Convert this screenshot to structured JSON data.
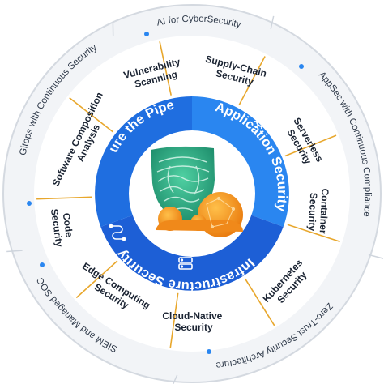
{
  "colors": {
    "outer_ring": "#f2f4f7",
    "outer_border": "#d4d9e0",
    "mid_ring": "#ffffff",
    "divider": "#e8a72c",
    "inner_light": "#2a86f0",
    "inner_dark": "#1d5fd6",
    "bullet": "#2a86f0",
    "shield": "#2fae86",
    "orange": "#f39a1c"
  },
  "outer_ring": [
    {
      "label": "AI for CyberSecurity"
    },
    {
      "label": "AppSec with Continuous Compliance"
    },
    {
      "label": "Zero-Trust Security Architecture"
    },
    {
      "label": "SIEM and Managed SOC"
    },
    {
      "label": "Gitops with Continuous Security"
    }
  ],
  "middle_ring": [
    {
      "lines": [
        "Vulnerability",
        "Scanning"
      ]
    },
    {
      "lines": [
        "Supply-Chain",
        "Security"
      ]
    },
    {
      "lines": [
        "Serverless",
        "Security"
      ]
    },
    {
      "lines": [
        "Container",
        "Security"
      ]
    },
    {
      "lines": [
        "Kubernetes",
        "Security"
      ]
    },
    {
      "lines": [
        "Cloud-Native",
        "Security"
      ]
    },
    {
      "lines": [
        "Edge Computing",
        "Security"
      ]
    },
    {
      "lines": [
        "Code",
        "Security"
      ]
    },
    {
      "lines": [
        "Software Composition",
        "Analysis"
      ]
    }
  ],
  "inner_ring": [
    {
      "label": "Application Security",
      "icon": "gear-icon"
    },
    {
      "label": "Infrastructure Security",
      "icon": "server-icon"
    },
    {
      "label": "Secure the Pipeline",
      "icon": "pipeline-icon"
    }
  ],
  "center": {
    "icon": "shield-cloud-icon"
  }
}
